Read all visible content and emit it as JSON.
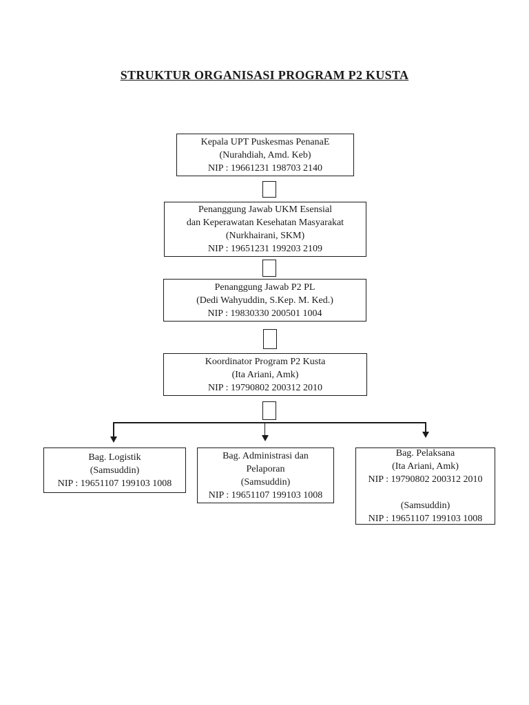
{
  "title": "STRUKTUR ORGANISASI PROGRAM P2 KUSTA",
  "colors": {
    "text": "#1a1a1a",
    "box_border": "#1a1a1a",
    "connector_line": "#1a1a1a",
    "page_background": "#ffffff"
  },
  "org_chart": {
    "type": "org-hierarchy",
    "nodes": [
      {
        "id": "kepala-upt-puskesmas",
        "lines": [
          "Kepala UPT Puskesmas PenanaE",
          "(Nurahdiah, Amd. Keb)",
          "NIP : 19661231 198703 2140"
        ]
      },
      {
        "id": "pj-ukm-esensial",
        "lines": [
          "Penanggung Jawab UKM Esensial",
          "dan Keperawatan Kesehatan Masyarakat",
          "(Nurkhairani, SKM)",
          "NIP : 19651231 199203 2109"
        ]
      },
      {
        "id": "pj-p2-pl",
        "lines": [
          "Penanggung Jawab P2 PL",
          "(Dedi Wahyuddin, S.Kep. M. Ked.)",
          "NIP : 19830330 200501 1004"
        ]
      },
      {
        "id": "koordinator-p2-kusta",
        "lines": [
          "Koordinator Program P2 Kusta",
          "(Ita Ariani, Amk)",
          "NIP : 19790802 200312 2010"
        ]
      },
      {
        "id": "bag-logistik",
        "lines": [
          "Bag. Logistik",
          "(Samsuddin)",
          "NIP : 19651107 199103 1008"
        ]
      },
      {
        "id": "bag-administrasi-pelaporan",
        "lines": [
          "Bag. Administrasi dan",
          "Pelaporan",
          "(Samsuddin)",
          "NIP : 19651107 199103 1008"
        ]
      },
      {
        "id": "bag-pelaksana",
        "lines": [
          "Bag. Pelaksana",
          "(Ita Ariani, Amk)",
          "NIP : 19790802 200312 2010",
          "",
          "(Samsuddin)",
          "NIP : 19651107 199103 1008"
        ]
      }
    ],
    "edges": [
      {
        "from": "kepala-upt-puskesmas",
        "to": "pj-ukm-esensial"
      },
      {
        "from": "pj-ukm-esensial",
        "to": "pj-p2-pl"
      },
      {
        "from": "pj-p2-pl",
        "to": "koordinator-p2-kusta"
      },
      {
        "from": "koordinator-p2-kusta",
        "to": "bag-logistik"
      },
      {
        "from": "koordinator-p2-kusta",
        "to": "bag-administrasi-pelaporan"
      },
      {
        "from": "koordinator-p2-kusta",
        "to": "bag-pelaksana"
      }
    ]
  }
}
